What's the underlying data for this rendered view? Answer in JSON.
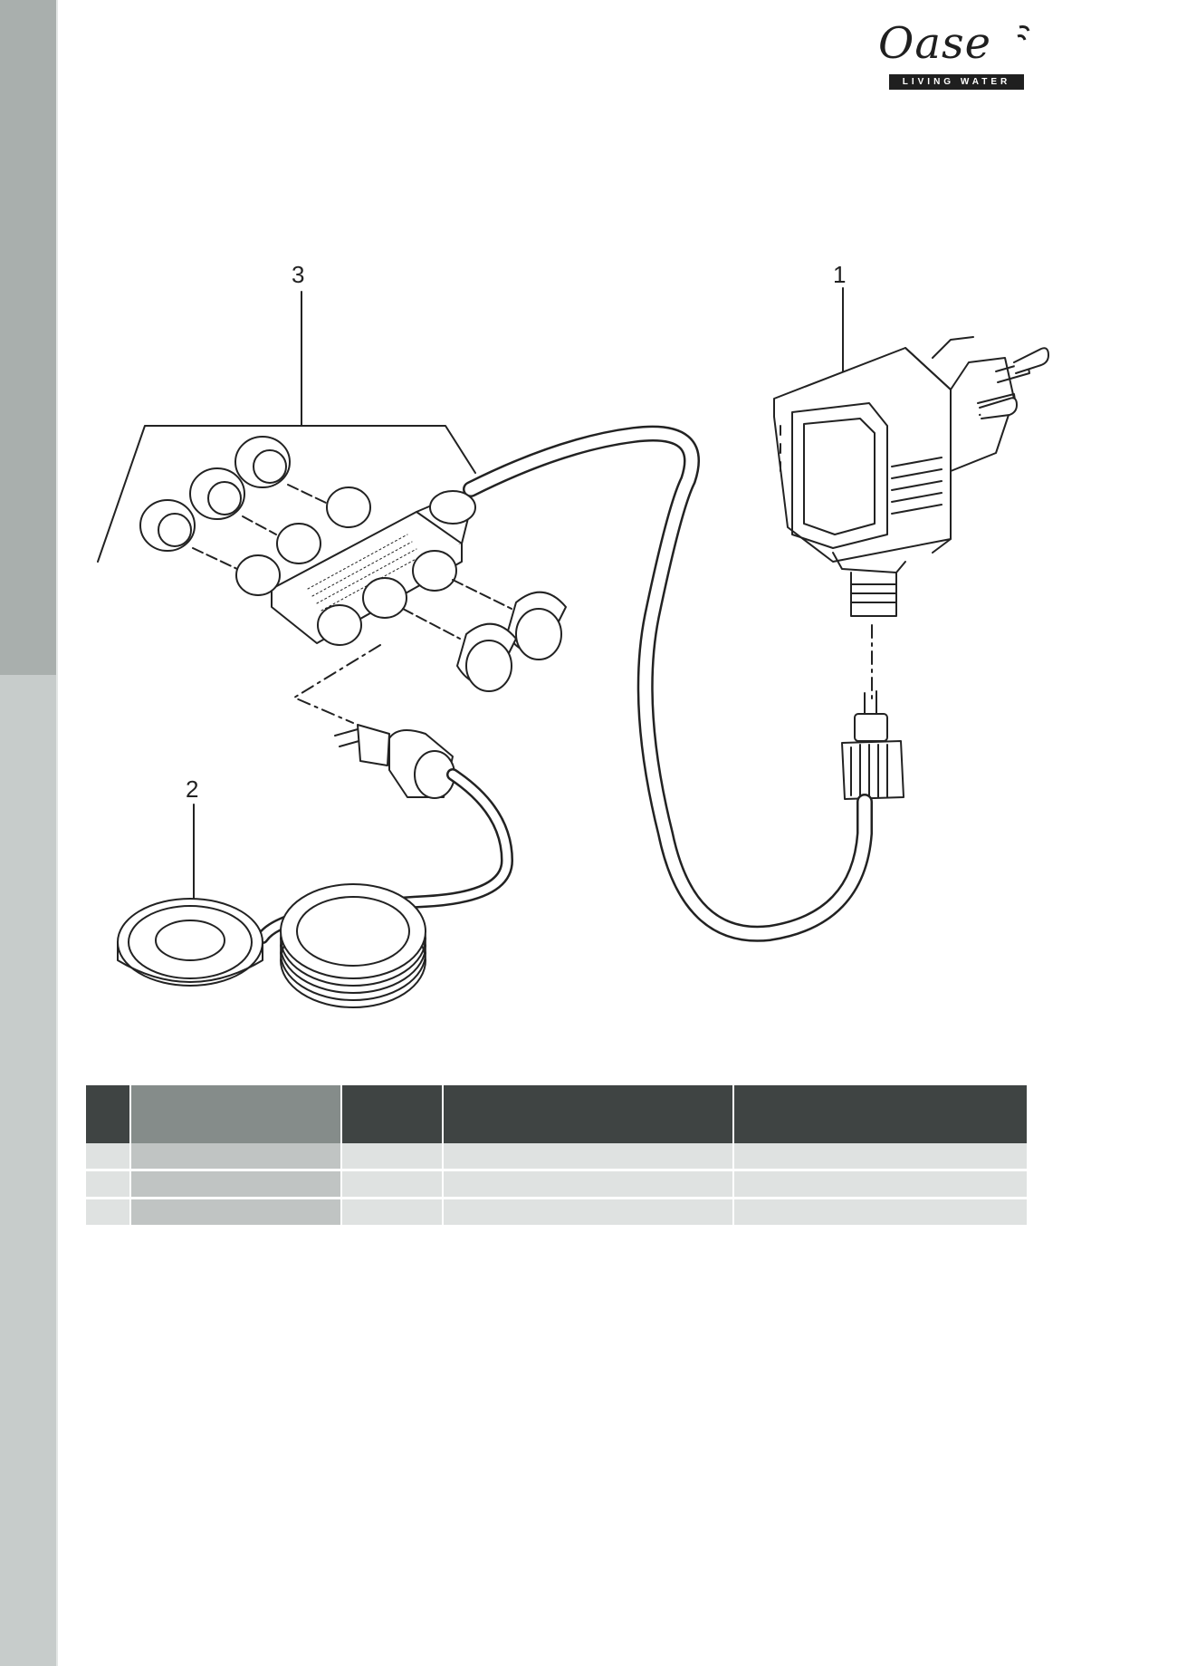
{
  "logo": {
    "wordmark": "Oase",
    "tagline": "LIVING WATER"
  },
  "figure": {
    "callouts": [
      {
        "id": "3",
        "label": "3"
      },
      {
        "id": "1",
        "label": "1"
      },
      {
        "id": "2",
        "label": "2"
      }
    ]
  },
  "parts_table": {
    "header_colors": {
      "dark": "#3f4443",
      "name_column": "#858c8a"
    },
    "columns": [
      "",
      "",
      "",
      "",
      ""
    ],
    "rows": [
      [
        "",
        "",
        "",
        "",
        ""
      ],
      [
        "",
        "",
        "",
        "",
        ""
      ],
      [
        "",
        "",
        "",
        "",
        ""
      ]
    ]
  },
  "colors": {
    "sidebar_top": "#a9afad",
    "sidebar_bottom": "#c7cccb",
    "line_art": "#222222"
  }
}
